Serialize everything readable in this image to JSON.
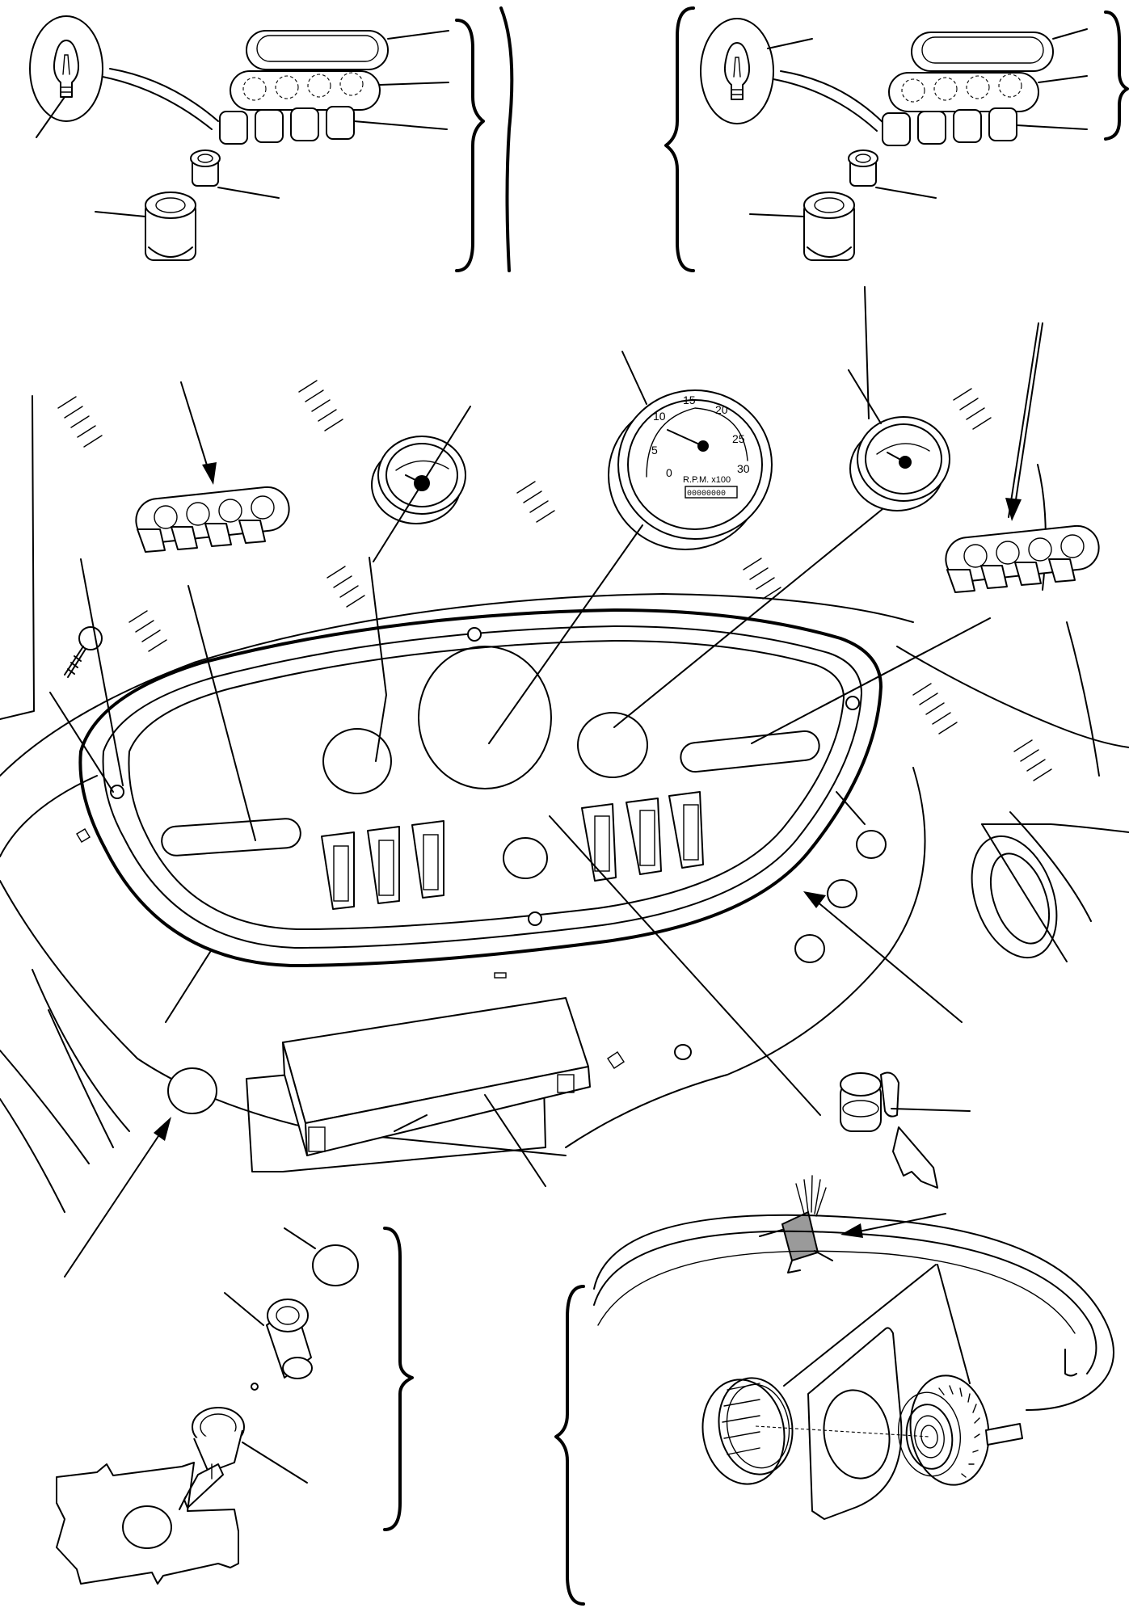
{
  "drawing": {
    "type": "exploded parts diagram — instrument panel",
    "callout_labels": []
  },
  "gauge_markings": {
    "tachometer": {
      "ticks": [
        "0",
        "5",
        "10",
        "15",
        "20",
        "25",
        "30"
      ],
      "unit": "R.P.M. x100",
      "odometer": "00000000"
    }
  }
}
